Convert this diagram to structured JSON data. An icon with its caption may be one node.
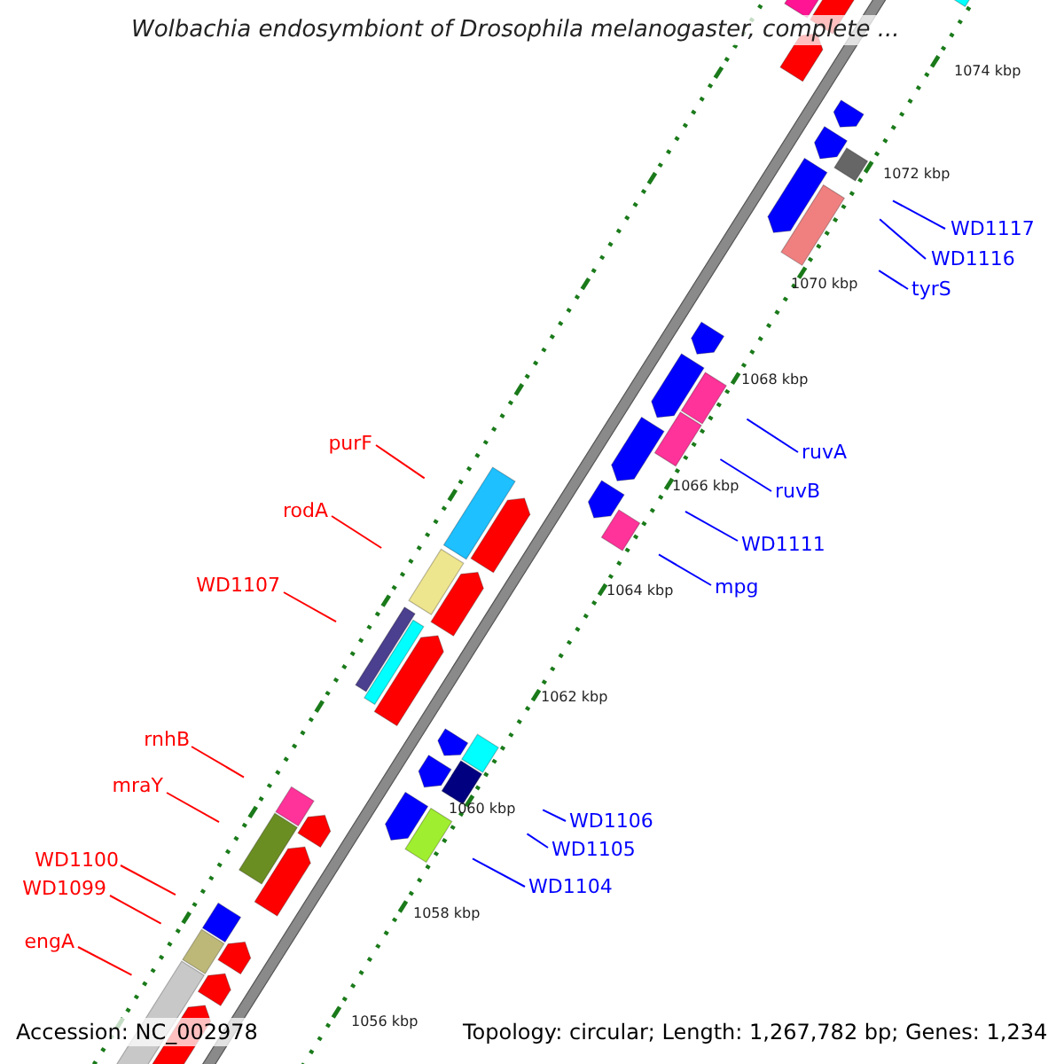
{
  "diagram": {
    "title": "Wolbachia endosymbiont of Drosophila melanogaster, complete ...",
    "nodes": [
      {
        "text": [
          "WD1117"
        ]
      },
      {
        "text": [
          "WD1116"
        ]
      },
      {
        "text": [
          "tyrS"
        ]
      },
      {
        "text": [
          "ruvA"
        ]
      },
      {
        "text": [
          "purF"
        ]
      },
      {
        "text": [
          "ruvB"
        ]
      },
      {
        "text": [
          "rodA"
        ]
      },
      {
        "text": [
          "WD1111"
        ]
      },
      {
        "text": [
          "mpg"
        ]
      },
      {
        "text": [
          "WD1107"
        ]
      },
      {
        "text": [
          "rnhB"
        ]
      },
      {
        "text": [
          "mraY"
        ]
      },
      {
        "text": [
          "WD1106"
        ]
      },
      {
        "text": [
          "WD1105"
        ]
      },
      {
        "text": [
          "WD1104"
        ]
      },
      {
        "text": [
          "WD1100"
        ]
      },
      {
        "text": [
          "WD1099"
        ]
      },
      {
        "text": [
          "engA"
        ]
      }
    ],
    "edges": [
      {
        "from": 0,
        "to": null,
        "arrow": "none"
      },
      {
        "from": 1,
        "to": null,
        "arrow": "none"
      },
      {
        "from": 2,
        "to": null,
        "arrow": "none"
      },
      {
        "from": 3,
        "to": null,
        "arrow": "none"
      },
      {
        "from": 4,
        "to": null,
        "arrow": "none",
        "color": "#ff0000"
      },
      {
        "from": 5,
        "to": null,
        "arrow": "none"
      },
      {
        "from": 6,
        "to": null,
        "arrow": "none",
        "color": "#ff0000"
      },
      {
        "from": 7,
        "to": null,
        "arrow": "none"
      },
      {
        "from": 8,
        "to": null,
        "arrow": "none"
      },
      {
        "from": 9,
        "to": null,
        "arrow": "none",
        "color": "#ff0000"
      },
      {
        "from": 10,
        "to": null,
        "arrow": "none",
        "color": "#ff0000"
      },
      {
        "from": 11,
        "to": null,
        "arrow": "none",
        "color": "#ff0000"
      },
      {
        "from": 12,
        "to": null,
        "arrow": "none"
      },
      {
        "from": 13,
        "to": null,
        "arrow": "none"
      },
      {
        "from": 14,
        "to": null,
        "arrow": "none"
      },
      {
        "from": 15,
        "to": null,
        "arrow": "none",
        "color": "#ff0000"
      },
      {
        "from": 16,
        "to": null,
        "arrow": "none",
        "color": "#ff0000"
      },
      {
        "from": 17,
        "to": null,
        "arrow": "none",
        "color": "#ff0000"
      }
    ],
    "labels": [
      "1074 kbp",
      "1072 kbp",
      "1070 kbp",
      "1068 kbp",
      "1066 kbp",
      "1064 kbp",
      "1062 kbp",
      "1060 kbp",
      "1058 kbp",
      "1056 kbp",
      "Accession: NC_002978",
      "Topology: circular; Length: 1,267,782 bp; Genes: 1,234"
    ]
  }
}
